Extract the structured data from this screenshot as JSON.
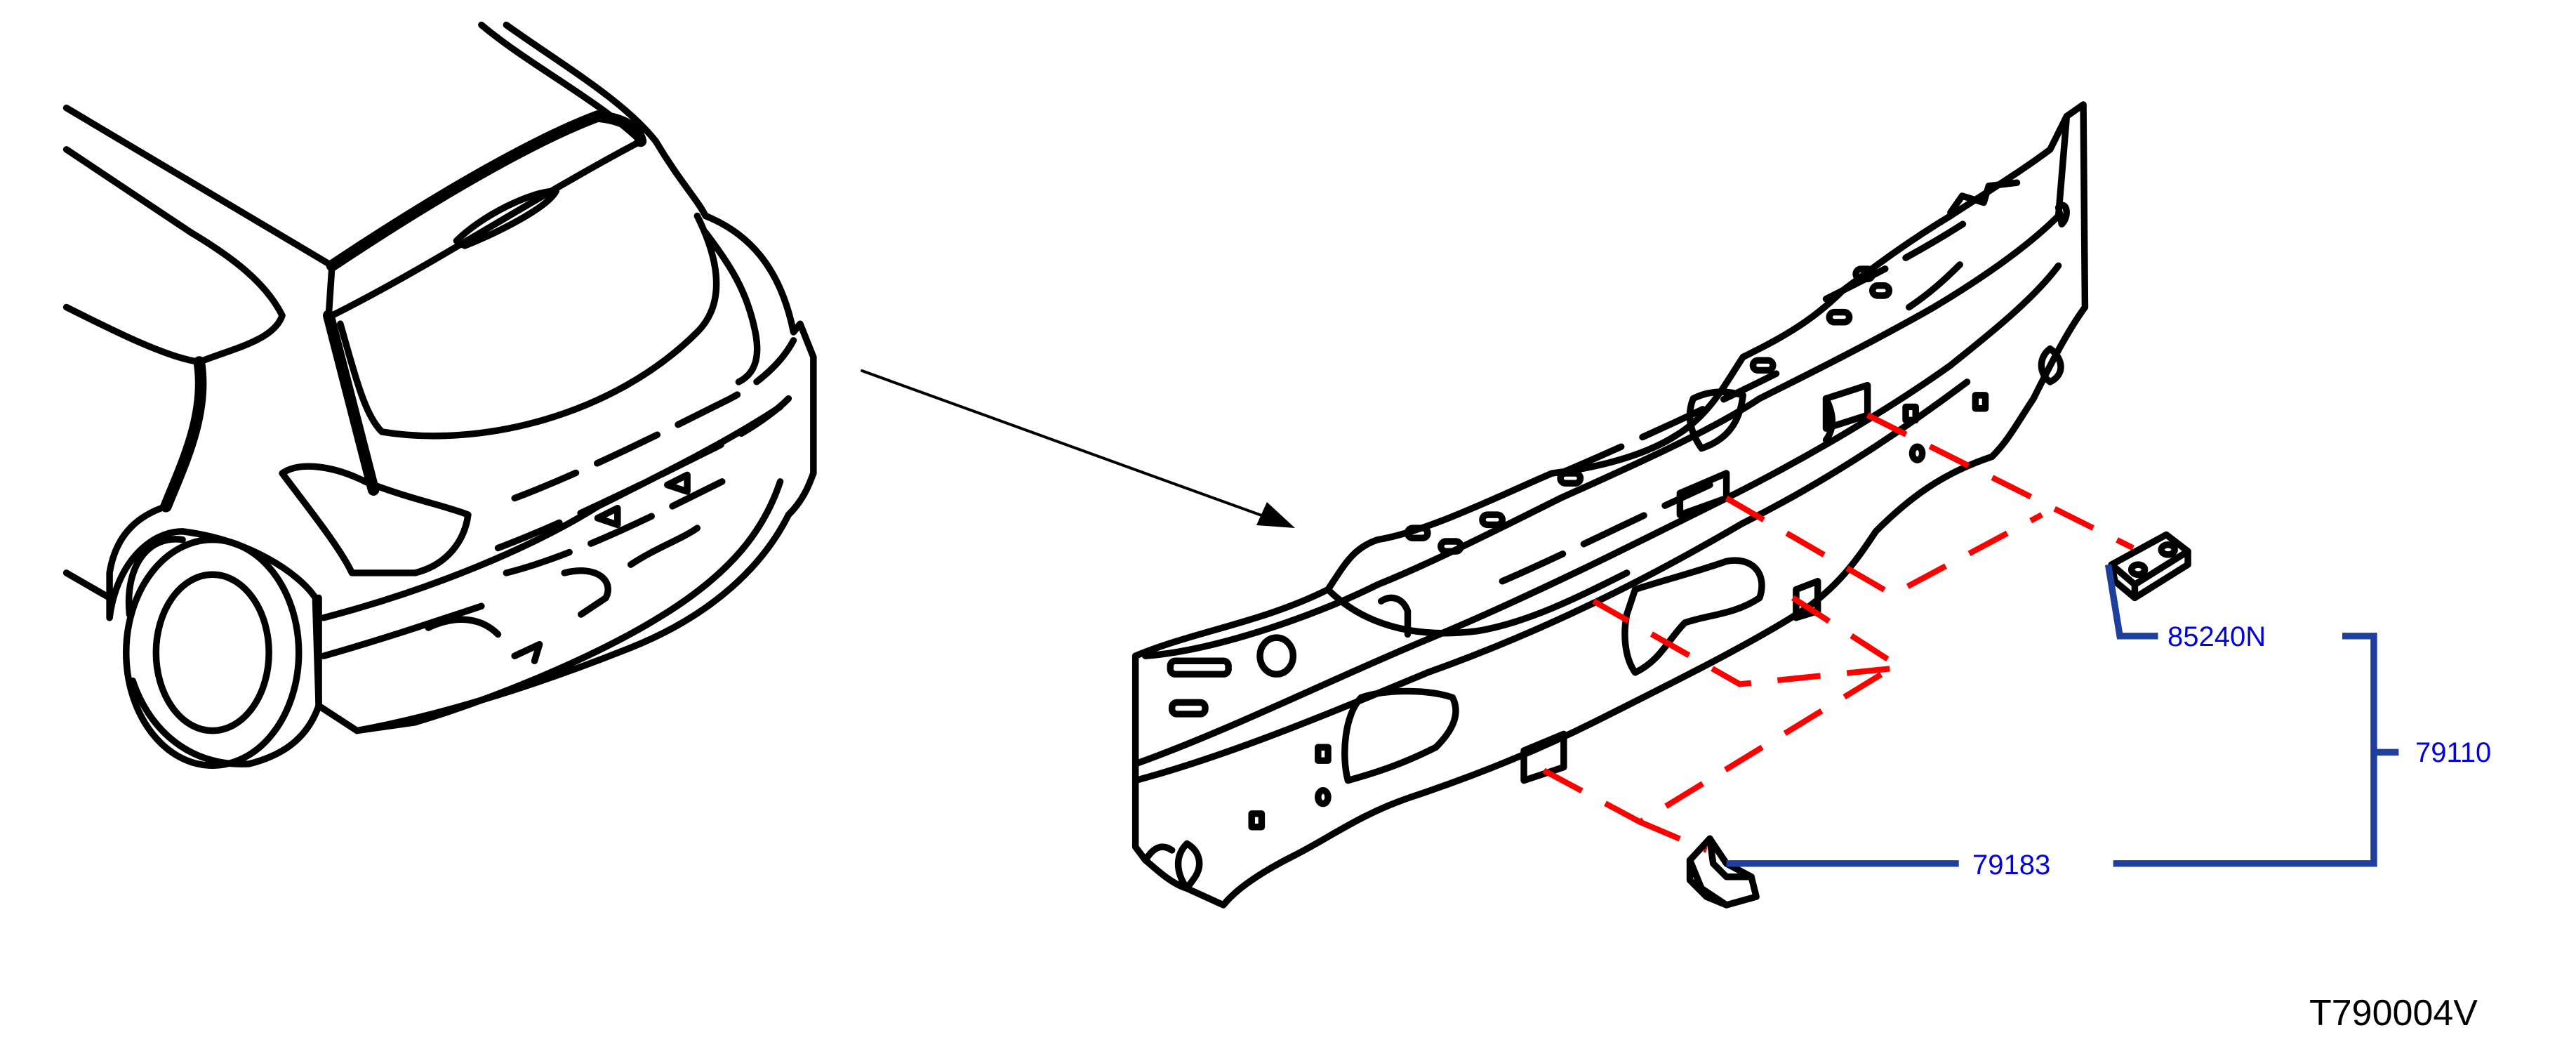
{
  "diagram": {
    "drawing_code": "T790004V",
    "parts": [
      {
        "number": "85240N",
        "kind": "bracket"
      },
      {
        "number": "79110",
        "kind": "panel assembly"
      },
      {
        "number": "79183",
        "kind": "bracket"
      }
    ],
    "colors": {
      "line_art": "#000000",
      "part_labels": "#0000e6",
      "leader_lines": "#1f3f9f",
      "alignment_dashes": "#ff0000"
    }
  }
}
